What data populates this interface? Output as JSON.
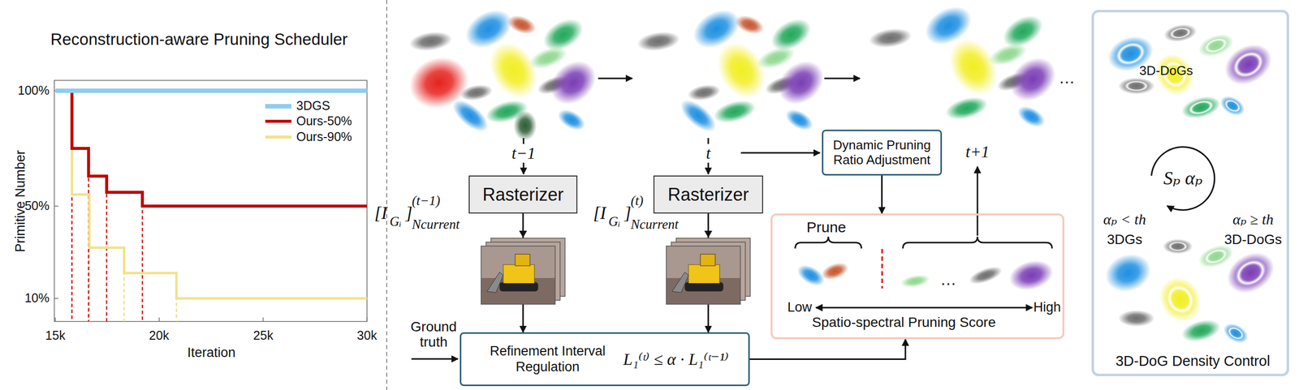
{
  "diagram": {
    "nodes": [
      {
        "text": [
          "Rasterizer"
        ]
      },
      {
        "text": [
          "Rasterizer"
        ]
      },
      {
        "text": [
          "Dynamic Pruning Ratio Adjustment"
        ]
      },
      {
        "text": [
          "Refinement Interval Regulation",
          "L₁⁽ᵗ⁾ ≤ α · L₁⁽ᵗ⁻¹⁾"
        ]
      },
      {
        "text": [
          "Prune",
          "…",
          "Low",
          "High",
          "Spatio-spectral Pruning Score"
        ]
      },
      {
        "text": [
          "3D-DoGs",
          "Sₚ αₚ",
          "αₚ < th",
          "3DGs",
          "αₚ ≥ th",
          "3D-DoGs",
          "3D-DoG Density Control"
        ]
      }
    ],
    "edges": [
      {
        "from": 0,
        "to": 3,
        "arrow": "to"
      },
      {
        "from": 1,
        "to": 3,
        "arrow": "to"
      },
      {
        "from": 3,
        "to": 4,
        "arrow": "to"
      },
      {
        "from": 2,
        "to": 4,
        "arrow": "to"
      }
    ],
    "labels": [
      "Reconstruction-aware Pruning Scheduler",
      "100%",
      "50%",
      "10%",
      "Primitive Number",
      "15k",
      "20k",
      "25k",
      "30k",
      "Iteration",
      "t−1",
      "t",
      "t+1",
      "…",
      "[I",
      "Gᵢ",
      "]",
      "(t−1)",
      "Ncurrent",
      "[I",
      "Gᵢ",
      "]",
      "(t)",
      "Ncurrent",
      "Ground truth"
    ],
    "legend": [
      {
        "text": "3DGS",
        "color": "#8ecdf0"
      },
      {
        "text": "Ours-50%",
        "color": "#c00000"
      },
      {
        "text": "Ours-90%",
        "color": "#f2e28c"
      }
    ]
  }
}
